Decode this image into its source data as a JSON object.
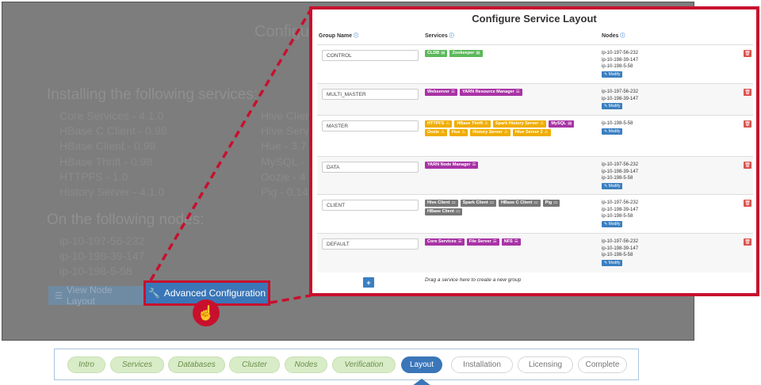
{
  "background": {
    "title": "Configu",
    "installing_heading": "Installing the following services:",
    "services_col1": [
      "Core Services - 4.1.0",
      "HBase C Client - 0.98",
      "HBase Client - 0.98",
      "HBase Thrift - 0.98",
      "HTTPFS - 1.0",
      "History Server - 4.1.0"
    ],
    "services_col2": [
      "Hive Clien",
      "Hive Serve",
      "Hue - 3.7",
      "MySQL - ",
      "Oozie - 4",
      "Pig - 0.14"
    ],
    "nodes_heading": "On the following nodes:",
    "nodes": [
      "ip-10-197-56-232",
      "ip-10-198-39-147",
      "ip-10-198-5-58"
    ],
    "view_layout_label": "View Node Layout",
    "advanced_config_label": "Advanced Configuration"
  },
  "panel": {
    "title": "Configure Service Layout",
    "col_group": "Group Name",
    "col_services": "Services",
    "col_nodes": "Nodes",
    "modify_label": "Modify",
    "drag_hint": "Drag a service here to create a new group",
    "add_label": "+",
    "groups": [
      {
        "name": "CONTROL",
        "services": [
          {
            "label": "CLDB",
            "color": "#5cb85c",
            "icon": "▤"
          },
          {
            "label": "Zookeeper",
            "color": "#5cb85c",
            "icon": "▤"
          }
        ],
        "nodes": [
          "ip-10-197-56-232",
          "ip-10-198-39-147",
          "ip-10-198-5-58"
        ]
      },
      {
        "name": "MULTI_MASTER",
        "services": [
          {
            "label": "Webserver",
            "color": "#a833a5",
            "icon": "☰"
          },
          {
            "label": "YARN Resource Manager",
            "color": "#a833a5",
            "icon": "☰"
          }
        ],
        "nodes": [
          "ip-10-197-56-232",
          "ip-10-198-39-147"
        ]
      },
      {
        "name": "MASTER",
        "services": [
          {
            "label": "HTTPFS",
            "color": "#f0ad00",
            "icon": "⚠"
          },
          {
            "label": "HBase Thrift",
            "color": "#f0ad00",
            "icon": "⚠"
          },
          {
            "label": "Spark History Server",
            "color": "#f0ad00",
            "icon": "⚠"
          },
          {
            "label": "MySQL",
            "color": "#a833a5",
            "icon": "▤"
          },
          {
            "label": "Oozie",
            "color": "#f0ad00",
            "icon": "⚠"
          },
          {
            "label": "Hue",
            "color": "#f0ad00",
            "icon": "⚠"
          },
          {
            "label": "History Server",
            "color": "#f0ad00",
            "icon": "⚠"
          },
          {
            "label": "Hive Server 2",
            "color": "#f0ad00",
            "icon": "⚠"
          }
        ],
        "nodes": [
          "ip-10-198-5-58"
        ]
      },
      {
        "name": "DATA",
        "services": [
          {
            "label": "YARN Node Manager",
            "color": "#a833a5",
            "icon": "☰"
          }
        ],
        "nodes": [
          "ip-10-197-56-232",
          "ip-10-198-39-147",
          "ip-10-198-5-58"
        ]
      },
      {
        "name": "CLIENT",
        "services": [
          {
            "label": "Hive Client",
            "color": "#777777",
            "icon": "▭"
          },
          {
            "label": "Spark Client",
            "color": "#777777",
            "icon": "▭"
          },
          {
            "label": "HBase C Client",
            "color": "#777777",
            "icon": "▭"
          },
          {
            "label": "Pig",
            "color": "#777777",
            "icon": "▭"
          },
          {
            "label": "HBase Client",
            "color": "#777777",
            "icon": "▭"
          }
        ],
        "nodes": [
          "ip-10-197-56-232",
          "ip-10-198-39-147",
          "ip-10-198-5-58"
        ]
      },
      {
        "name": "DEFAULT",
        "services": [
          {
            "label": "Core Services",
            "color": "#a833a5",
            "icon": "☰"
          },
          {
            "label": "File Server",
            "color": "#a833a5",
            "icon": "☰"
          },
          {
            "label": "NFS",
            "color": "#a833a5",
            "icon": "☰"
          }
        ],
        "nodes": [
          "ip-10-197-56-232",
          "ip-10-198-39-147",
          "ip-10-198-5-58"
        ]
      }
    ]
  },
  "wizard": {
    "steps": [
      {
        "label": "Intro",
        "state": "done"
      },
      {
        "label": "Services",
        "state": "done"
      },
      {
        "label": "Databases",
        "state": "done"
      },
      {
        "label": "Cluster",
        "state": "done"
      },
      {
        "label": "Nodes",
        "state": "done"
      },
      {
        "label": "Verification",
        "state": "done"
      },
      {
        "label": "Layout",
        "state": "active"
      },
      {
        "label": "Installation",
        "state": "todo"
      },
      {
        "label": "Licensing",
        "state": "todo"
      },
      {
        "label": "Complete",
        "state": "todo"
      }
    ]
  },
  "colors": {
    "accent": "#3a76b8",
    "highlight": "#c8102e",
    "done_step": "#d9ecc8"
  }
}
